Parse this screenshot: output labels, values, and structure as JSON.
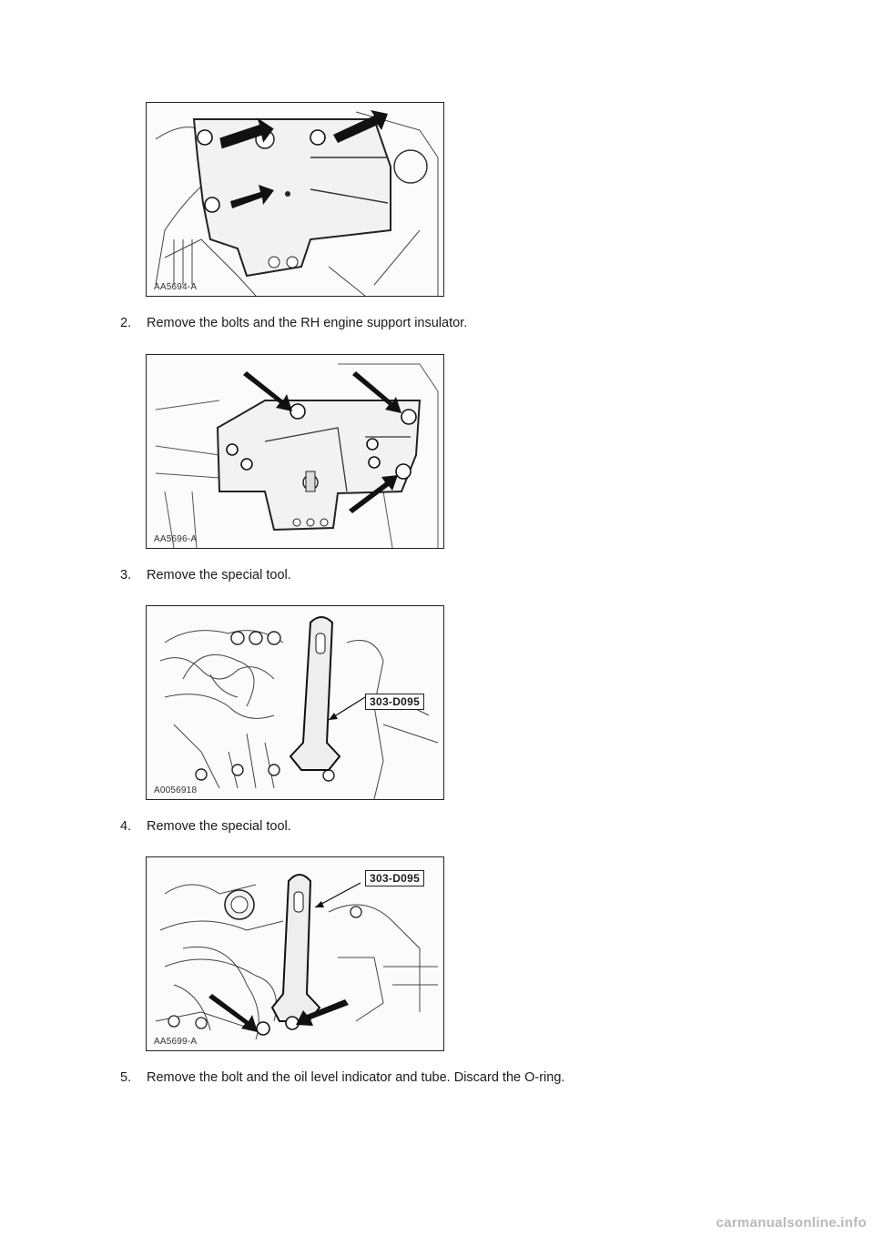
{
  "figures": [
    {
      "code": "AA5694-A"
    },
    {
      "code": "AA5696-A"
    },
    {
      "code": "A0056918",
      "tool_label": "303-D095"
    },
    {
      "code": "AA5699-A",
      "tool_label": "303-D095"
    }
  ],
  "steps": [
    {
      "number": "2.",
      "text": "Remove the bolts and the RH engine support insulator."
    },
    {
      "number": "3.",
      "text": "Remove the special tool."
    },
    {
      "number": "4.",
      "text": "Remove the special tool."
    },
    {
      "number": "5.",
      "text": "Remove the bolt and the oil level indicator and tube. Discard the O-ring."
    }
  ],
  "watermark": "carmanualsonline.info"
}
